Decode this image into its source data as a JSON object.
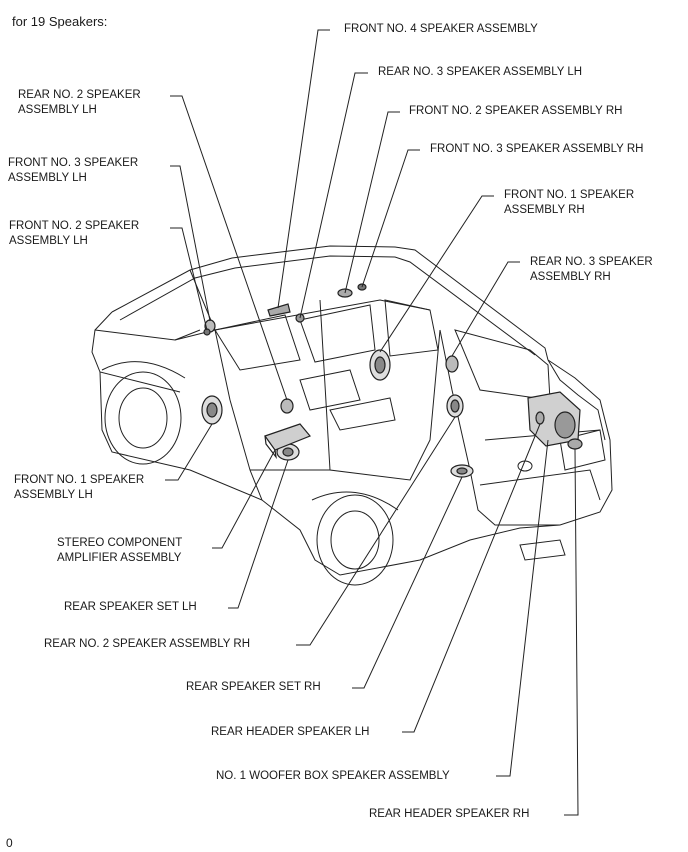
{
  "header": "for 19 Speakers:",
  "figure_code": "0",
  "labels": {
    "front_no4": "FRONT NO. 4 SPEAKER ASSEMBLY",
    "rear_no3_lh": "REAR NO. 3 SPEAKER ASSEMBLY LH",
    "front_no2_rh": "FRONT NO. 2 SPEAKER ASSEMBLY RH",
    "front_no3_rh": "FRONT NO. 3 SPEAKER ASSEMBLY RH",
    "front_no1_rh": "FRONT NO. 1 SPEAKER\nASSEMBLY RH",
    "rear_no3_rh": "REAR NO. 3 SPEAKER\nASSEMBLY RH",
    "rear_no2_lh": "REAR NO. 2 SPEAKER\nASSEMBLY LH",
    "front_no3_lh": "FRONT NO. 3 SPEAKER\nASSEMBLY LH",
    "front_no2_lh": "FRONT NO. 2 SPEAKER\nASSEMBLY LH",
    "front_no1_lh": "FRONT NO. 1 SPEAKER\nASSEMBLY LH",
    "stereo_amp": "STEREO COMPONENT\nAMPLIFIER ASSEMBLY",
    "rear_set_lh": "REAR SPEAKER SET LH",
    "rear_no2_rh": "REAR NO. 2 SPEAKER ASSEMBLY RH",
    "rear_set_rh": "REAR SPEAKER SET RH",
    "rear_header_lh": "REAR HEADER SPEAKER LH",
    "woofer": "NO. 1 WOOFER BOX SPEAKER ASSEMBLY",
    "rear_header_rh": "REAR HEADER SPEAKER RH"
  }
}
